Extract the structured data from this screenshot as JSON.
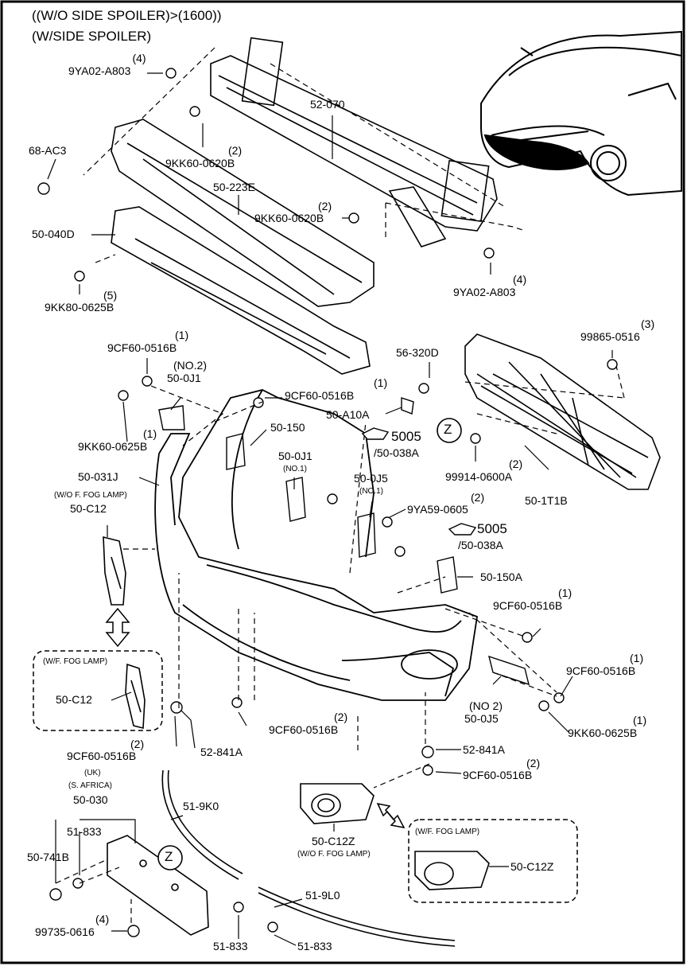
{
  "header": {
    "line1": "((W/O SIDE SPOILER)>(1600))",
    "line2": "(W/SIDE SPOILER)"
  },
  "labels": {
    "p9ya02_a803_top_qty": "(4)",
    "p9ya02_a803_top": "9YA02-A803",
    "p52_070": "52-070",
    "p68_ac3": "68-AC3",
    "p9kk60_0620b_a_qty": "(2)",
    "p9kk60_0620b_a": "9KK60-0620B",
    "p50_223e": "50-223E",
    "p9kk60_0620b_b_qty": "(2)",
    "p9kk60_0620b_b": "9KK60-0620B",
    "p50_040d": "50-040D",
    "p9ya02_a803_b_qty": "(4)",
    "p9ya02_a803_b": "9YA02-A803",
    "p9kk80_0625b_qty": "(5)",
    "p9kk80_0625b": "9KK80-0625B",
    "p9cf60_0516b_a_qty": "(1)",
    "p9cf60_0516b_a": "9CF60-0516B",
    "p50_0j1_no2_note": "(NO.2)",
    "p50_0j1_no2": "50-0J1",
    "p9cf60_0516b_b_qty": "(1)",
    "p9cf60_0516b_b": "9CF60-0516B",
    "p56_320d": "56-320D",
    "p50_a10a": "50-A10A",
    "p99865_0516_qty": "(3)",
    "p99865_0516": "99865-0516",
    "p9kk60_0625b_a": "9KK60-0625B",
    "p9kk60_0625b_a_qty": "(1)",
    "p50_150": "50-150",
    "ref_5005_a": "5005",
    "ref_5005_a_sub": "/50-038A",
    "p50_031j": "50-031J",
    "p50_0j1_no1": "50-0J1",
    "p50_0j1_no1_note": "(NO.1)",
    "p99914_0600a_qty": "(2)",
    "p99914_0600a": "99914-0600A",
    "wo_f_fog_lamp_a": "(W/O F. FOG LAMP)",
    "p50_c12_a": "50-C12",
    "p50_0j5_no1": "50-0J5",
    "p50_0j5_no1_note": "(NO.1)",
    "p9ya59_0605_qty": "(2)",
    "p9ya59_0605": "9YA59-0605",
    "p50_1t1b": "50-1T1B",
    "ref_5005_b": "5005",
    "ref_5005_b_sub": "/50-038A",
    "p50_150a": "50-150A",
    "p9cf60_0516b_c_qty": "(1)",
    "p9cf60_0516b_c": "9CF60-0516B",
    "wf_fog_lamp_a": "(W/F. FOG LAMP)",
    "p50_c12_b": "50-C12",
    "p9cf60_0516b_d_qty": "(1)",
    "p9cf60_0516b_d": "9CF60-0516B",
    "p50_0j5_no2_note": "(NO 2)",
    "p50_0j5_no2": "50-0J5",
    "p9kk60_0625b_b_qty": "(1)",
    "p9kk60_0625b_b": "9KK60-0625B",
    "p9cf60_0516b_e_qty": "(2)",
    "p9cf60_0516b_e": "9CF60-0516B",
    "p9cf60_0516b_f_qty": "(2)",
    "p9cf60_0516b_f": "9CF60-0516B",
    "p52_841a_a": "52-841A",
    "p52_841a_b": "52-841A",
    "p9cf60_0516b_g_qty": "(2)",
    "p9cf60_0516b_g": "9CF60-0516B",
    "uk_note": "(UK)",
    "s_africa_note": "(S. AFRICA)",
    "p50_030": "50-030",
    "p51_9k0": "51-9K0",
    "p51_833_a": "51-833",
    "p50_741b": "50-741B",
    "p50_c12z_a": "50-C12Z",
    "wo_f_fog_lamp_b": "(W/O F. FOG LAMP)",
    "wf_fog_lamp_b": "(W/F. FOG LAMP)",
    "p50_c12z_b": "50-C12Z",
    "p99735_0616_qty": "(4)",
    "p99735_0616": "99735-0616",
    "p51_9l0": "51-9L0",
    "p51_833_b": "51-833",
    "p51_833_c": "51-833",
    "zone_z_a": "Z",
    "zone_z_b": "Z"
  }
}
